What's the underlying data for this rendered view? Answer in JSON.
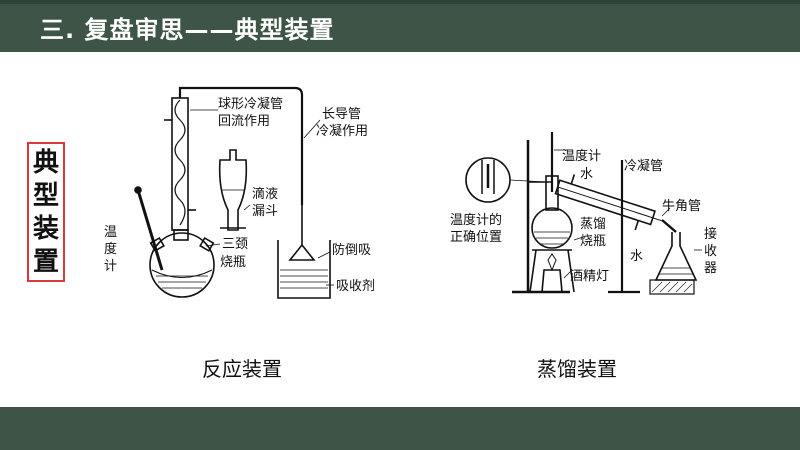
{
  "header": {
    "title": "三. 复盘审思——典型装置"
  },
  "side_label": {
    "chars": [
      "典",
      "型",
      "装",
      "置"
    ]
  },
  "left_diagram": {
    "caption": "反应装置",
    "labels": {
      "condenser_line1": "球形冷凝管",
      "condenser_line2": "回流作用",
      "long_tube_line1": "长导管",
      "long_tube_line2": "冷凝作用",
      "thermometer_1": "温",
      "thermometer_2": "度",
      "thermometer_3": "计",
      "funnel_line1": "滴液",
      "funnel_line2": "漏斗",
      "flask_line1": "三颈",
      "flask_line2": "烧瓶",
      "anti_suckback": "防倒吸",
      "absorbent": "吸收剂"
    }
  },
  "right_diagram": {
    "caption": "蒸馏装置",
    "labels": {
      "thermometer": "温度计",
      "water_top": "水",
      "condenser": "冷凝管",
      "correct_position_line1": "温度计的",
      "correct_position_line2": "正确位置",
      "flask_line1": "蒸馏",
      "flask_line2": "烧瓶",
      "adapter": "牛角管",
      "water_bottom": "水",
      "lamp": "酒精灯",
      "receiver_1": "接",
      "receiver_2": "收",
      "receiver_3": "器"
    }
  }
}
